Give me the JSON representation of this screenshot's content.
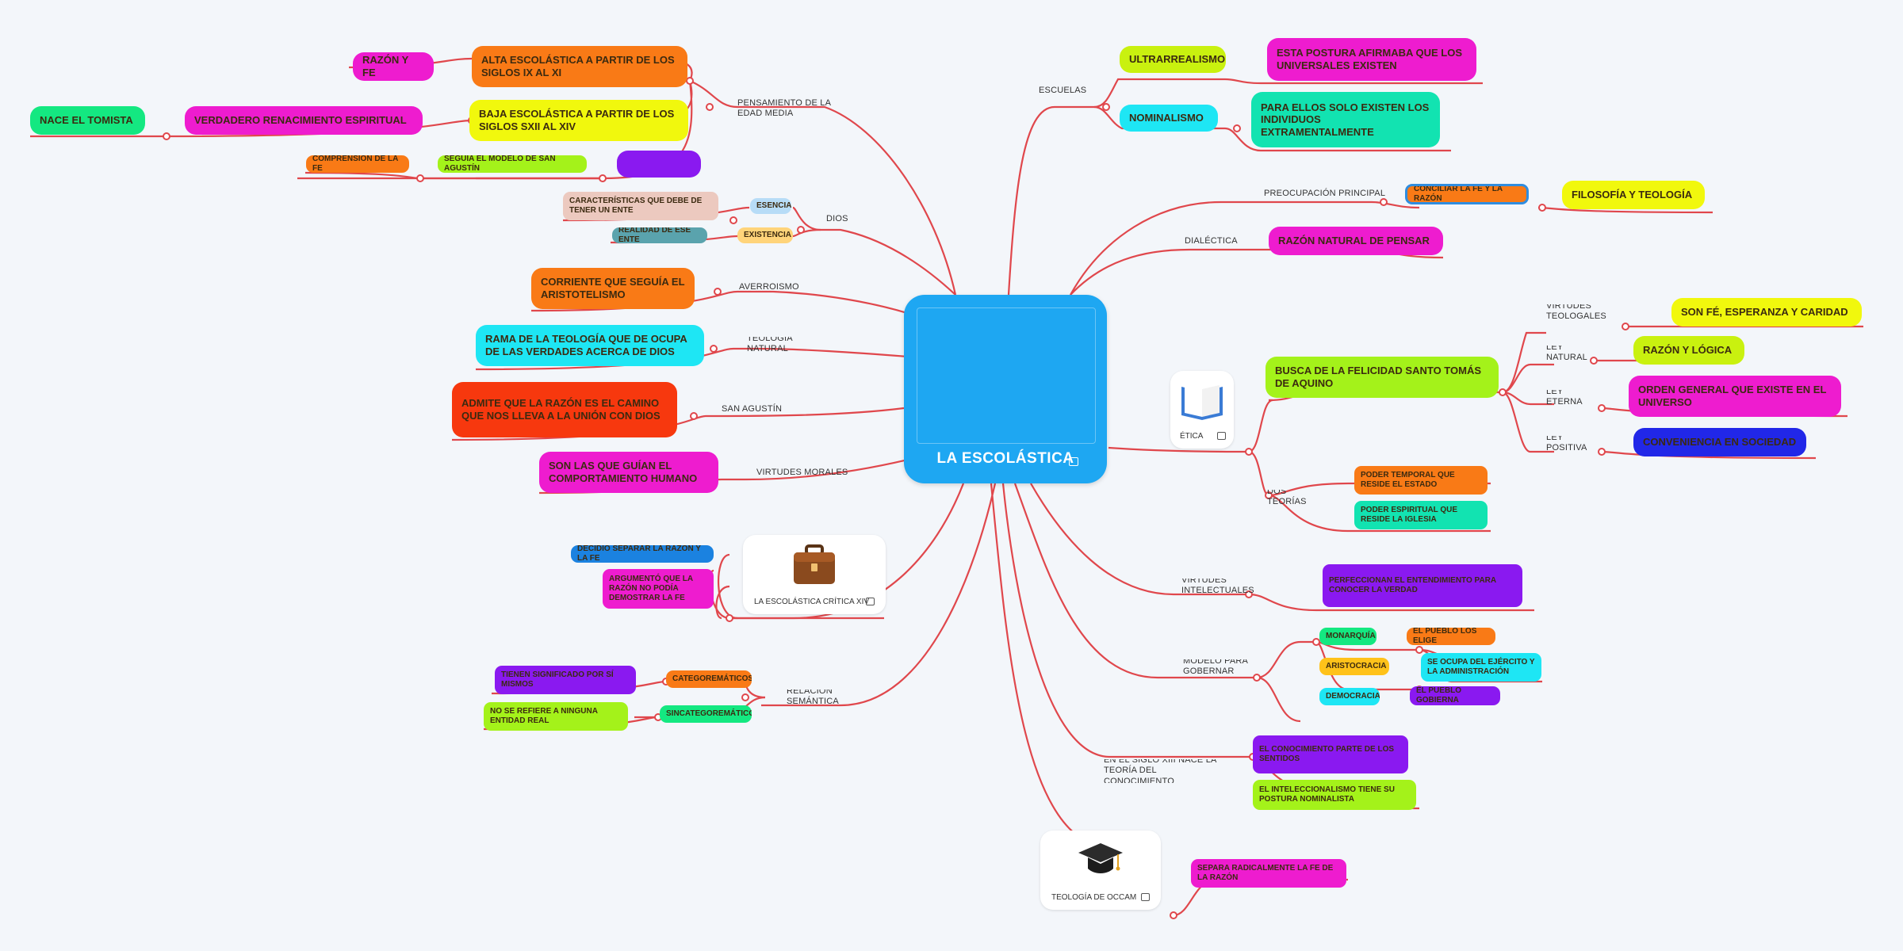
{
  "central": {
    "title": "LA ESCOLÁSTICA"
  },
  "left": {
    "pensamiento": {
      "label": "PENSAMIENTO DE LA EDAD MEDIA",
      "alta": "ALTA ESCOLÁSTICA A PARTIR DE LOS SIGLOS IX AL XI",
      "razon_fe": "RAZÓN Y FE",
      "baja": "BAJA ESCOLÁSTICA A PARTIR DE LOS SIGLOS SXII AL XIV",
      "renacimiento": "VERDADERO RENACIMIENTO ESPIRITUAL",
      "tomista": "NACE EL TOMISTA",
      "purple_blank": "",
      "san_agustin": "SEGUÍA EL MODELO DE SAN AGUSTÍN",
      "comprension": "COMPRENSIÓN DE LA FE"
    },
    "dios": {
      "label": "DIOS",
      "esencia": "ESENCIA",
      "caracteristicas": "CARACTERÍSTICAS QUE DEBE DE TENER UN ENTE",
      "existencia": "EXISTENCIA",
      "realidad": "REALIDAD DE ESE ENTE"
    },
    "averroismo": {
      "label": "AVERROISMO",
      "text": "CORRIENTE QUE SEGUÍA EL ARISTOTELISMO"
    },
    "teologia_natural": {
      "label": "TEOLOGÍA NATURAL",
      "text": "RAMA DE LA TEOLOGÍA QUE DE OCUPA DE LAS VERDADES ACERCA DE DIOS"
    },
    "san_agustin": {
      "label": "SAN AGUSTÍN",
      "text": "ADMITE QUE LA RAZÓN ES EL CAMINO QUE NOS LLEVA A LA UNIÓN CON DIOS"
    },
    "virtudes_morales": {
      "label": "VIRTUDES MORALES",
      "text": "SON LAS QUE GUÍAN EL COMPORTAMIENTO HUMANO"
    },
    "critica": {
      "caption": "LA ESCOLÁSTICA CRÍTICA XIV",
      "blue": "DECIDIÓ SEPARAR LA RAZÓN Y LA FE",
      "pink": "ARGUMENTÓ QUE LA RAZÓN NO PODÍA DEMOSTRAR LA FE"
    },
    "relacion": {
      "label": "RELACIÓN SEMÁNTICA",
      "categorematicos": "CATEGOREMÁTICOS",
      "purple": "TIENEN SIGNIFICADO POR SÍ MISMOS",
      "sincategorematicos": "SINCATEGOREMÁTICOS",
      "no_refiere": "NO SE REFIERE A NINGUNA ENTIDAD REAL"
    }
  },
  "right": {
    "escuelas": {
      "label": "ESCUELAS",
      "ultrarrealismo": "ULTRARREALISMO",
      "ultrarrealismo_desc": "ESTA POSTURA AFIRMABA QUE LOS UNIVERSALES EXISTEN",
      "nominalismo": "NOMINALISMO",
      "nominalismo_desc": "PARA ELLOS SOLO EXISTEN LOS INDIVIDUOS EXTRAMENTALMENTE"
    },
    "preocupacion": {
      "label": "PREOCUPACIÓN PRINCIPAL",
      "conciliar": "CONCILIAR LA FE Y LA RAZÓN",
      "filosofia": "FILOSOFÍA Y TEOLOGÍA"
    },
    "dialectica": {
      "label": "DIALÉCTICA",
      "text": "RAZÓN NATURAL DE PENSAR"
    },
    "etica": {
      "caption": "ÉTICA",
      "busca": "BUSCA DE LA FELICIDAD SANTO TOMÁS DE AQUINO",
      "virtudes_teologales": "VIRTUDES TEOLOGALES",
      "fe": "SON FÉ, ESPERANZA Y CARIDAD",
      "ley_natural": "LEY NATURAL",
      "razon_logica": "RAZÓN Y LÓGICA",
      "ley_eterna": "LEY ETERNA",
      "orden": "ORDEN GENERAL QUE EXISTE EN EL UNIVERSO",
      "ley_positiva": "LEY POSITIVA",
      "conveniencia": "CONVENIENCIA EN SOCIEDAD",
      "dos_teorias": "DOS TEORÍAS",
      "poder_temporal": "PODER TEMPORAL QUE RESIDE EL ESTADO",
      "poder_espiritual": "PODER ESPIRITUAL QUE RESIDE LA IGLESIA"
    },
    "virtudes_intelectuales": {
      "label": "VIRTUDES INTELECTUALES",
      "text": "PERFECCIONAN EL ENTENDIMIENTO PARA CONOCER LA VERDAD"
    },
    "modelo": {
      "label": "MODELO PARA GOBERNAR",
      "monarquia": "MONARQUÍA",
      "pueblo": "EL PUEBLO LOS ELIGE",
      "aristocracia": "ARISTOCRACIA",
      "ejercito": "SE OCUPA DEL EJÉRCITO Y LA ADMINISTRACIÓN",
      "democracia": "DEMOCRACIA",
      "purple": "EL PUEBLO GOBIERNA"
    },
    "siglo13": {
      "label": "EN EL SIGLO XIII NACE LA TEORÍA DEL CONOCIMIENTO",
      "purple": "EL CONOCIMIENTO PARTE DE LOS SENTIDOS",
      "green": "EL INTELECCIONALISMO TIENE SU POSTURA NOMINALISTA"
    },
    "teologia_occam": {
      "caption": "TEOLOGÍA DE OCCAM",
      "pink": "SEPARA RADICALMENTE LA FE DE LA RAZÓN"
    }
  },
  "colors": {
    "central": "#1ea7f2",
    "link": "#e0474c",
    "orange": "#f97a16",
    "magenta": "#ee1ccf",
    "yellow": "#f1f80d",
    "green": "#14e881",
    "purple": "#8a19f0",
    "cyan": "#1ee6f4",
    "red": "#f7380e",
    "teal": "#12e3b1",
    "lime": "#a4f21a",
    "blue": "#2127e8"
  }
}
